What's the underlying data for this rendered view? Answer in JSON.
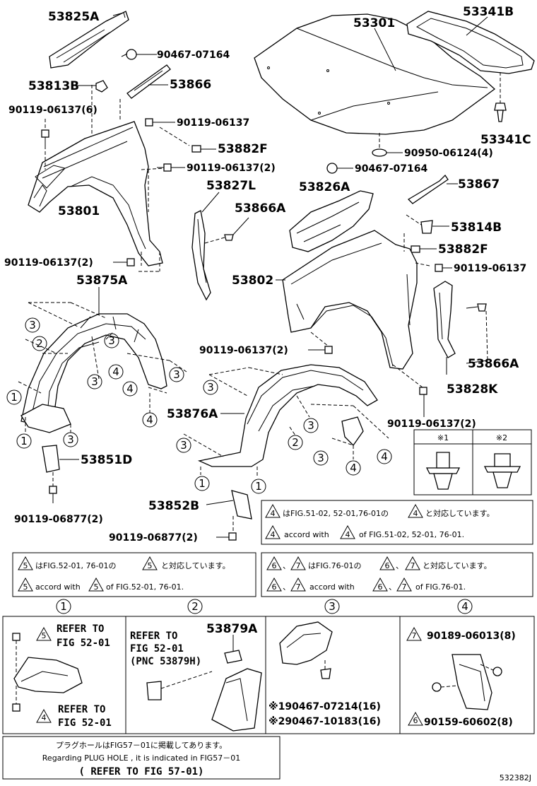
{
  "parts": {
    "p53825A": "53825A",
    "p90467_07164_top": "90467-07164",
    "p53813B": "53813B",
    "p53866": "53866",
    "p90119_06137_6": "90119-06137(6)",
    "p90119_06137_a": "90119-06137",
    "p53882F_a": "53882F",
    "p90119_06137_2a": "90119-06137(2)",
    "p53801": "53801",
    "p90119_06137_2b": "90119-06137(2)",
    "p53875A": "53875A",
    "p53301": "53301",
    "p53341B": "53341B",
    "p53341C": "53341C",
    "p90950_06124_4": "90950-06124(4)",
    "p90467_07164_mid": "90467-07164",
    "p53827L": "53827L",
    "p53826A": "53826A",
    "p53867": "53867",
    "p53866A_a": "53866A",
    "p53814B": "53814B",
    "p53882F_b": "53882F",
    "p90119_06137_b": "90119-06137",
    "p53802": "53802",
    "p90119_06137_2c": "90119-06137(2)",
    "p53866A_b": "53866A",
    "p53828K": "53828K",
    "p53876A": "53876A",
    "p90119_06137_2d": "90119-06137(2)",
    "p53851D": "53851D",
    "p90119_06877_2a": "90119-06877(2)",
    "p53852B": "53852B",
    "p90119_06877_2b": "90119-06877(2)"
  },
  "circles": {
    "c1": "1",
    "c2": "2",
    "c3": "3",
    "c4": "4"
  },
  "clip_legend": {
    "h1": "※1",
    "h2": "※2"
  },
  "note4": {
    "jp_a": "はFIG.51-02, 52-01,76-01の",
    "jp_b": "と対応しています。",
    "en_a": "accord with",
    "en_b": "of FIG.51-02, 52-01, 76-01.",
    "tri": "4"
  },
  "note5": {
    "jp_a": "はFIG.52-01, 76-01の",
    "jp_b": "と対応しています。",
    "en_a": "accord with",
    "en_b": "of FIG.52-01, 76-01.",
    "tri": "5"
  },
  "note67": {
    "jp_a": "はFIG.76-01の",
    "jp_b": "と対応しています。",
    "en_a": "accord with",
    "en_b": "of FIG.76-01.",
    "tri6": "6",
    "tri7": "7",
    "sep": "、"
  },
  "detail1": {
    "refer_a": "REFER TO",
    "fig_a": "FIG 52-01",
    "refer_b": "REFER TO",
    "fig_b": "FIG 52-01",
    "tri_a": "5",
    "tri_b": "4"
  },
  "detail2": {
    "refer": "REFER TO",
    "fig": "FIG 52-01",
    "pnc": "(PNC 53879H)",
    "part": "53879A"
  },
  "detail3": {
    "p1": "※190467-07214(16)",
    "p2": "※290467-10183(16)"
  },
  "detail4": {
    "p1": "90189-06013(8)",
    "p2": "90159-60602(8)",
    "tri7": "7",
    "tri6": "6"
  },
  "plug": {
    "jp": "プラグホールはFIG57－01に掲載してあります。",
    "en": "Regarding PLUG HOLE , it is indicated in FIG57－01",
    "ref": "( REFER TO FIG 57-01)"
  },
  "figure_id": "532382J"
}
